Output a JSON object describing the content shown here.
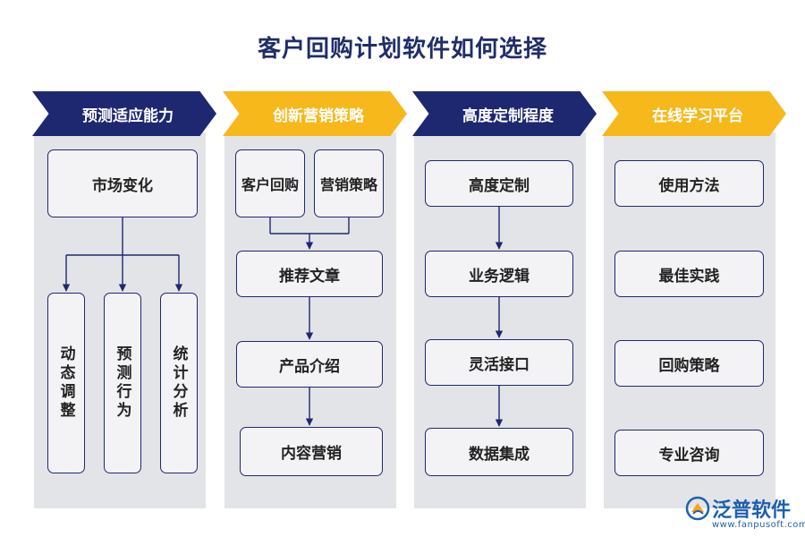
{
  "title": "客户回购计划软件如何选择",
  "columns": [
    {
      "header": "预测适应能力",
      "top": "市场变化",
      "children": [
        "动态调整",
        "预测行为",
        "统计分析"
      ]
    },
    {
      "header": "创新营销策略",
      "top_pair": [
        "客户回购",
        "营销策略"
      ],
      "chain": [
        "推荐文章",
        "产品介绍",
        "内容营销"
      ]
    },
    {
      "header": "高度定制程度",
      "chain": [
        "高度定制",
        "业务逻辑",
        "灵活接口",
        "数据集成"
      ]
    },
    {
      "header": "在线学习平台",
      "items": [
        "使用方法",
        "最佳实践",
        "回购策略",
        "专业咨询"
      ]
    }
  ],
  "colors": {
    "navy": "#1e2870",
    "yellow": "#f6b81b",
    "column_bg": "#e3e4e8"
  },
  "logo": {
    "name": "泛普软件",
    "url": "www.fanpusoft.com",
    "icon": "fanpu-logo-icon"
  }
}
